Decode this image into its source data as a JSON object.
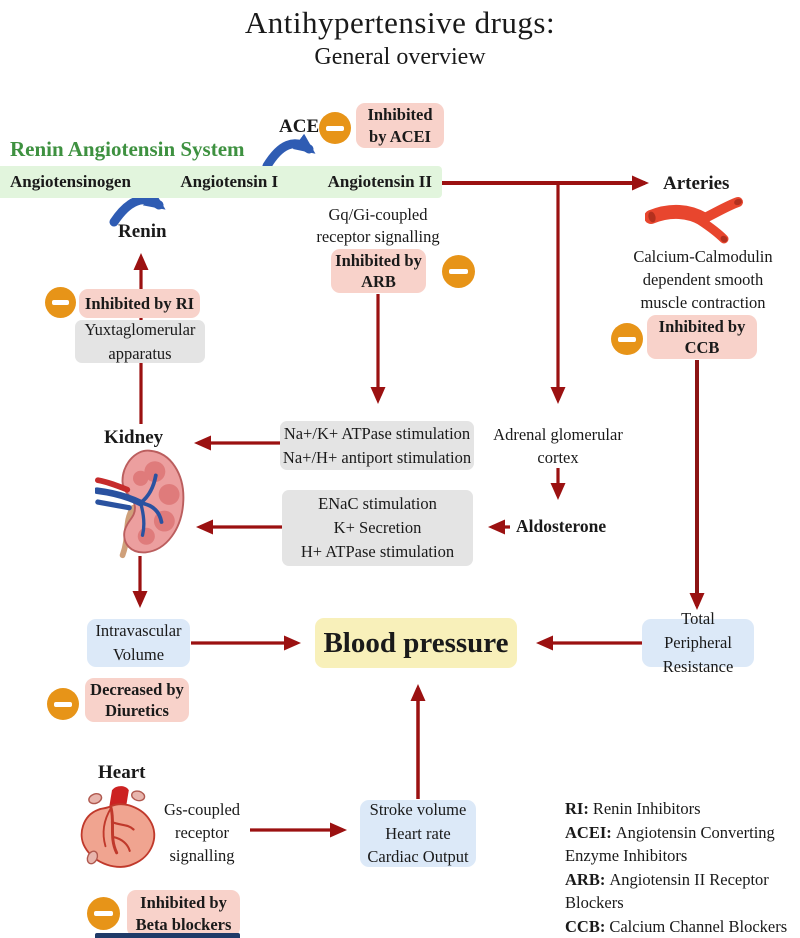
{
  "title": {
    "line1": "Antihypertensive drugs:",
    "line2": "General overview"
  },
  "ras": {
    "heading": "Renin Angiotensin System",
    "angiotensinogen": "Angiotensinogen",
    "angiotensin_i": "Angiotensin I",
    "angiotensin_ii": "Angiotensin II",
    "ace": "ACE",
    "renin": "Renin"
  },
  "inhibitors": {
    "acei": "Inhibited by ACEI",
    "ri": "Inhibited by RI",
    "arb": "Inhibited by ARB",
    "ccb": "Inhibited by CCB",
    "diuretics": "Decreased by Diuretics",
    "beta": "Inhibited by Beta blockers"
  },
  "organs": {
    "kidney": "Kidney",
    "arteries": "Arteries",
    "heart": "Heart"
  },
  "annotations": {
    "gqgi": "Gq/Gi-coupled receptor signalling",
    "gs": "Gs-coupled receptor signalling",
    "calcium_calmodulin": "Calcium-Calmodulin dependent smooth muscle contraction",
    "yuxtaglomerular": "Yuxtaglomerular apparatus",
    "adrenal": "Adrenal glomerular cortex",
    "aldosterone": "Aldosterone"
  },
  "process_boxes": {
    "sodium_potassium": {
      "lines": [
        "Na+/K+ ATPase stimulation",
        "Na+/H+ antiport stimulation"
      ]
    },
    "enac": {
      "lines": [
        "ENaC stimulation",
        "K+ Secretion",
        "H+ ATPase stimulation"
      ]
    },
    "cardiac": {
      "lines": [
        "Stroke volume",
        "Heart rate",
        "Cardiac Output"
      ]
    },
    "intravascular": "Intravascular Volume",
    "tpr": "Total Peripheral Resistance",
    "blood_pressure": "Blood pressure"
  },
  "legend": [
    {
      "abbr": "RI:",
      "definition": "Renin Inhibitors"
    },
    {
      "abbr": "ACEI:",
      "definition": "Angiotensin Converting Enzyme Inhibitors"
    },
    {
      "abbr": "ARB:",
      "definition": "Angiotensin II Receptor Blockers"
    },
    {
      "abbr": "CCB:",
      "definition": "Calcium Channel Blockers"
    }
  ],
  "colors": {
    "arrow_red": "#9b1111",
    "inhibitor_pink": "#f8d2ca",
    "ras_green_bg": "#e2f5dd",
    "ras_green_text": "#3e9140",
    "process_gray": "#e4e4e4",
    "outcome_blue": "#dce9f8",
    "blood_pressure_yellow": "#f8f0ba",
    "minus_orange": "#e79418",
    "conversion_blue": "#2f5cb3"
  }
}
